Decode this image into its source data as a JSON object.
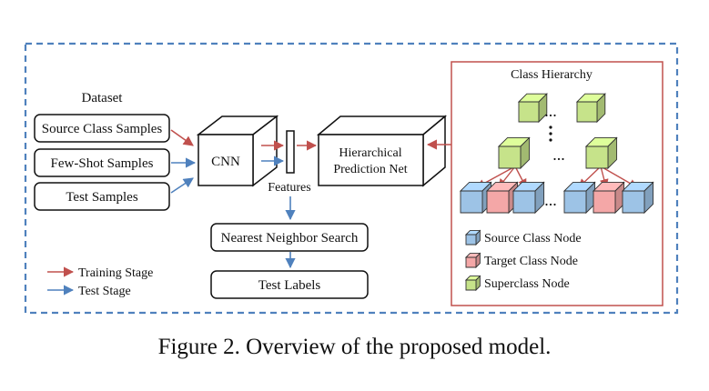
{
  "figure": {
    "caption": "Figure 2. Overview of the proposed model."
  },
  "dataset": {
    "title": "Dataset",
    "items": [
      "Source Class Samples",
      "Few-Shot Samples",
      "Test Samples"
    ]
  },
  "modules": {
    "cnn": "CNN",
    "features": "Features",
    "prediction_net_line1": "Hierarchical",
    "prediction_net_line2": "Prediction Net",
    "nn_search": "Nearest Neighbor Search",
    "test_labels": "Test Labels"
  },
  "legend": {
    "training": "Training Stage",
    "test": "Test Stage"
  },
  "hierarchy": {
    "title": "Class Hierarchy",
    "ellipsis": "...",
    "legend": [
      {
        "label": "Source Class Node",
        "kind": "source"
      },
      {
        "label": "Target Class Node",
        "kind": "target"
      },
      {
        "label": "Superclass Node",
        "kind": "superclass"
      }
    ]
  },
  "colors": {
    "training_arrow": "#c0504d",
    "test_arrow": "#4f81bd",
    "outer_border": "#4f81bd",
    "hierarchy_border": "#c0504d",
    "source_node": "#9dc3e6",
    "target_node": "#f4a7a7",
    "superclass_node": "#c6e38a"
  }
}
